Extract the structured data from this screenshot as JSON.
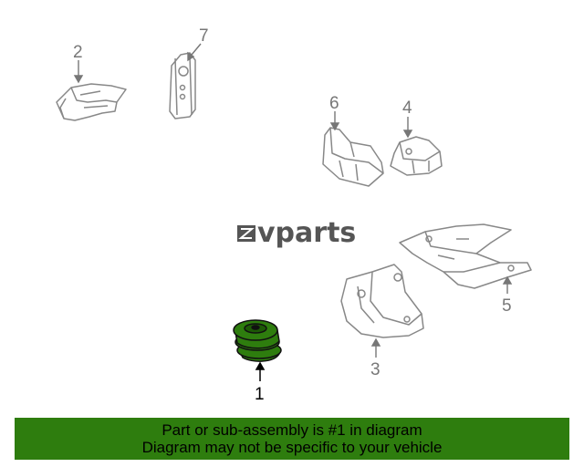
{
  "brand": {
    "name": "vparts",
    "logo_mark": "ev-logo-icon"
  },
  "callouts": [
    "1",
    "2",
    "3",
    "4",
    "5",
    "6",
    "7"
  ],
  "banner": {
    "line1": "Part or sub-assembly is #1 in diagram",
    "line2": "Diagram may not be specific to your vehicle",
    "color": "#2e7d0e"
  },
  "colors": {
    "line": "#888888",
    "highlight": "#2e7d0e"
  }
}
